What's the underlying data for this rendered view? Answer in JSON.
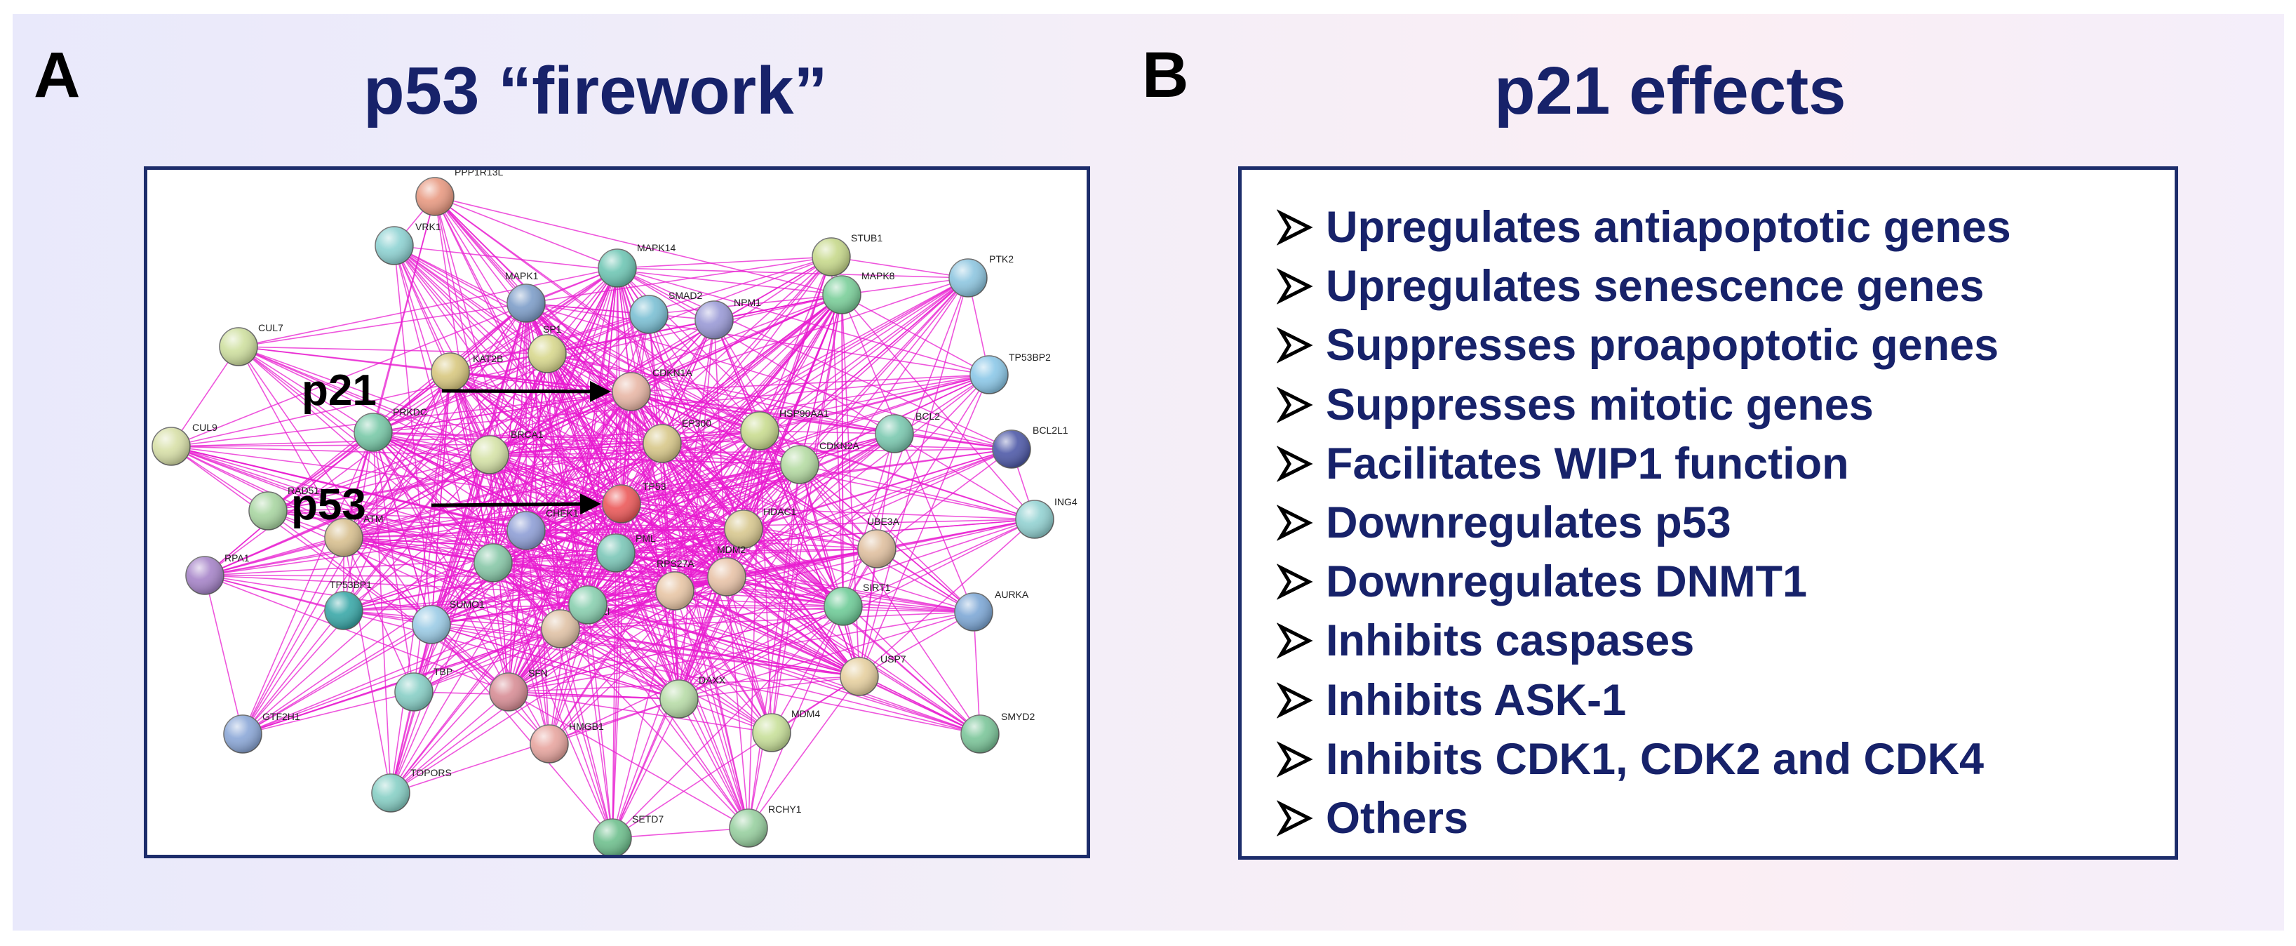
{
  "panel_a": {
    "letter": "A",
    "title": "p53 “firework”",
    "pointers": [
      {
        "label": "p21",
        "target": "CDKN1A"
      },
      {
        "label": "p53",
        "target": "TP53"
      }
    ],
    "nodes": [
      {
        "id": "PPP1R13L",
        "color": "#e89a82"
      },
      {
        "id": "VRK1",
        "color": "#8fd3d3"
      },
      {
        "id": "MAPK14",
        "color": "#6fc6b4"
      },
      {
        "id": "STUB1",
        "color": "#c7d98c"
      },
      {
        "id": "PTK2",
        "color": "#8ec6e0"
      },
      {
        "id": "MAPK1",
        "color": "#7e9ec9"
      },
      {
        "id": "SMAD2",
        "color": "#7cc0d4"
      },
      {
        "id": "NPM1",
        "color": "#9a9ad6"
      },
      {
        "id": "MAPK8",
        "color": "#7bcf9a"
      },
      {
        "id": "CUL7",
        "color": "#cfe0a0"
      },
      {
        "id": "TP53BP2",
        "color": "#8cc8e8"
      },
      {
        "id": "SP1",
        "color": "#d8d88e"
      },
      {
        "id": "KAT2B",
        "color": "#d8c880"
      },
      {
        "id": "CDKN1A",
        "color": "#e8b7a6"
      },
      {
        "id": "CUL9",
        "color": "#d8e0a8"
      },
      {
        "id": "PRKDC",
        "color": "#79c9a8"
      },
      {
        "id": "EP300",
        "color": "#d8c88a"
      },
      {
        "id": "HSP90AA1",
        "color": "#c9dc90"
      },
      {
        "id": "BCL2",
        "color": "#7bc9b0"
      },
      {
        "id": "BCL2L1",
        "color": "#4f5aa8"
      },
      {
        "id": "BRCA1",
        "color": "#d6e3a8"
      },
      {
        "id": "CDKN2A",
        "color": "#b6dca4"
      },
      {
        "id": "TP53",
        "color": "#ec5a5a"
      },
      {
        "id": "RAD51",
        "color": "#a9d6a2"
      },
      {
        "id": "ING4",
        "color": "#93d2d2"
      },
      {
        "id": "ATM",
        "color": "#d8c090"
      },
      {
        "id": "CHEK1",
        "color": "#8f9fd6"
      },
      {
        "id": "HDAC1",
        "color": "#d8c890"
      },
      {
        "id": "UBE3A",
        "color": "#e0c0a0"
      },
      {
        "id": "PML",
        "color": "#7cc7b8"
      },
      {
        "id": "RPA1",
        "color": "#a785c9"
      },
      {
        "id": "MDM2",
        "color": "#e8c3a8"
      },
      {
        "id": "RPS27A",
        "color": "#e8c6a6"
      },
      {
        "id": "SIRT1",
        "color": "#6fcc98"
      },
      {
        "id": "AURKA",
        "color": "#7ea8d6"
      },
      {
        "id": "TP53BP1",
        "color": "#3aa8a8"
      },
      {
        "id": "SUMO1",
        "color": "#9ccce6"
      },
      {
        "id": "UBE2I",
        "color": "#e0c2a6"
      },
      {
        "id": "USP7",
        "color": "#e6d0a0"
      },
      {
        "id": "TBP",
        "color": "#88cfc6"
      },
      {
        "id": "SFN",
        "color": "#d88e96"
      },
      {
        "id": "DAXX",
        "color": "#b8dca8"
      },
      {
        "id": "GTF2H1",
        "color": "#8ca8d8"
      },
      {
        "id": "HMGB1",
        "color": "#e8a6a0"
      },
      {
        "id": "MDM4",
        "color": "#c8e09a"
      },
      {
        "id": "SMYD2",
        "color": "#7cc69a"
      },
      {
        "id": "TOPORS",
        "color": "#88d0c6"
      },
      {
        "id": "RCHY1",
        "color": "#98d0a0"
      },
      {
        "id": "SETD7",
        "color": "#6fc08e"
      },
      {
        "id": "HUB1",
        "color": "#88c8a8",
        "label": ""
      },
      {
        "id": "HUB2",
        "color": "#8ad0b0",
        "label": ""
      }
    ],
    "edge_color": "#e81cd0"
  },
  "panel_b": {
    "letter": "B",
    "title": "p21 effects",
    "effects": [
      "Upregulates antiapoptotic genes",
      "Upregulates senescence genes",
      "Suppresses proapoptotic genes",
      "Suppresses mitotic genes",
      "Facilitates WIP1 function",
      "Downregulates p53",
      "Downregulates DNMT1",
      "Inhibits caspases",
      "Inhibits ASK-1",
      "Inhibits CDK1, CDK2 and CDK4",
      "Others"
    ]
  }
}
